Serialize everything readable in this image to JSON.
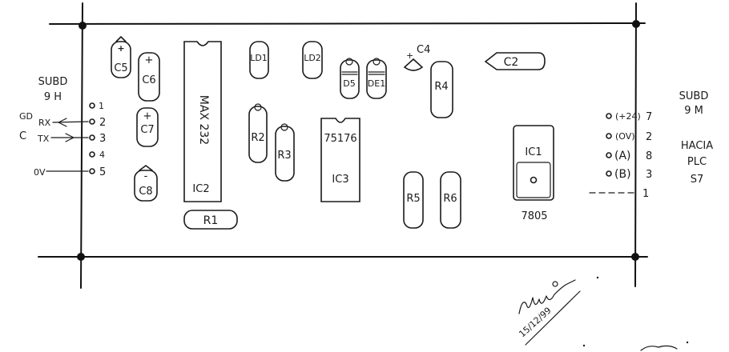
{
  "components": {
    "c5": "C5",
    "c6": "C6",
    "c7": "C7",
    "c8": "C8",
    "c2": "C2",
    "c4": "C4",
    "ic1": "IC1",
    "ic1_part": "7805",
    "ic2": "IC2",
    "ic2_part": "MAX 232",
    "ic3": "IC3",
    "ic3_part": "75176",
    "r1": "R1",
    "r2": "R2",
    "r3": "R3",
    "r4": "R4",
    "r5": "R5",
    "r6": "R6",
    "ld1": "LD1",
    "ld2": "LD2",
    "d5": "D5",
    "de1": "DE1",
    "plus": "+",
    "minus": "-"
  },
  "left_connector": {
    "title_line1": "SUBD",
    "title_line2": "9 H",
    "side_gnd": "GD",
    "side_c": "C",
    "rx": "RX",
    "tx": "TX",
    "ov": "0V",
    "pins": [
      "1",
      "2",
      "3",
      "4",
      "5"
    ]
  },
  "right_connector": {
    "title_line1": "SUBD",
    "title_line2": "9 M",
    "dest_line1": "HACIA",
    "dest_line2": "PLC",
    "dest_line3": "S7",
    "signals": [
      "(+24)",
      "(OV)",
      "(A)",
      "(B)"
    ],
    "pins": [
      "7",
      "2",
      "8",
      "3"
    ],
    "extra_pin": "1"
  },
  "signature": {
    "date": "15/12/99"
  }
}
